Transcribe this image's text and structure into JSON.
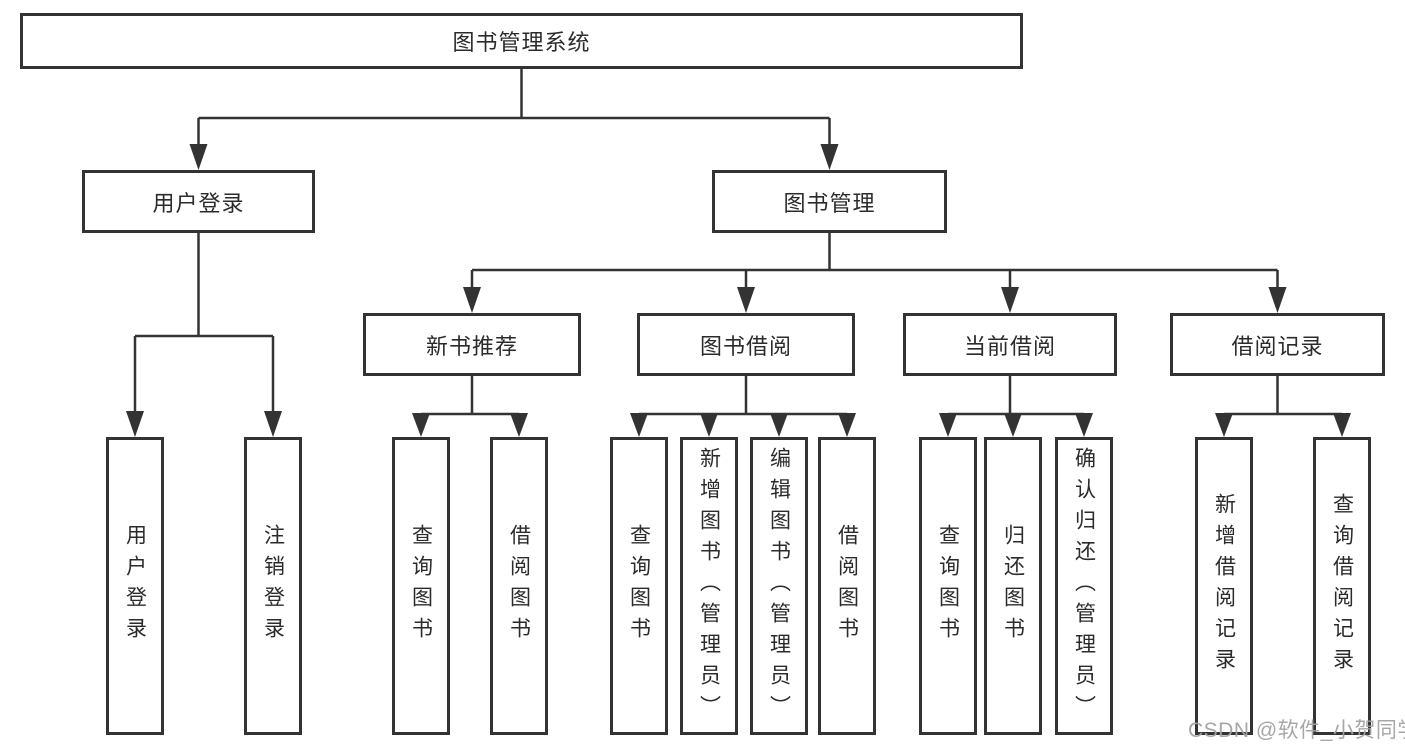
{
  "tree": {
    "root": {
      "label": "图书管理系统",
      "children": [
        {
          "label": "用户登录",
          "children": [
            {
              "label": "用户登录"
            },
            {
              "label": "注销登录"
            }
          ]
        },
        {
          "label": "图书管理",
          "children": [
            {
              "label": "新书推荐",
              "children": [
                {
                  "label": "查询图书"
                },
                {
                  "label": "借阅图书"
                }
              ]
            },
            {
              "label": "图书借阅",
              "children": [
                {
                  "label": "查询图书"
                },
                {
                  "label": "新增图书（管理员）"
                },
                {
                  "label": "编辑图书（管理员）"
                },
                {
                  "label": "借阅图书"
                }
              ]
            },
            {
              "label": "当前借阅",
              "children": [
                {
                  "label": "查询图书"
                },
                {
                  "label": "归还图书"
                },
                {
                  "label": "确认归还（管理员）"
                }
              ]
            },
            {
              "label": "借阅记录",
              "children": [
                {
                  "label": "新增借阅记录"
                },
                {
                  "label": "查询借阅记录"
                }
              ]
            }
          ]
        }
      ]
    }
  },
  "watermark": "CSDN @软件_小贺同学",
  "colors": {
    "line": "#333333",
    "box_border": "#333333",
    "text": "#2b2b2b",
    "background": "#ffffff",
    "watermark": "#a3a3a3"
  }
}
